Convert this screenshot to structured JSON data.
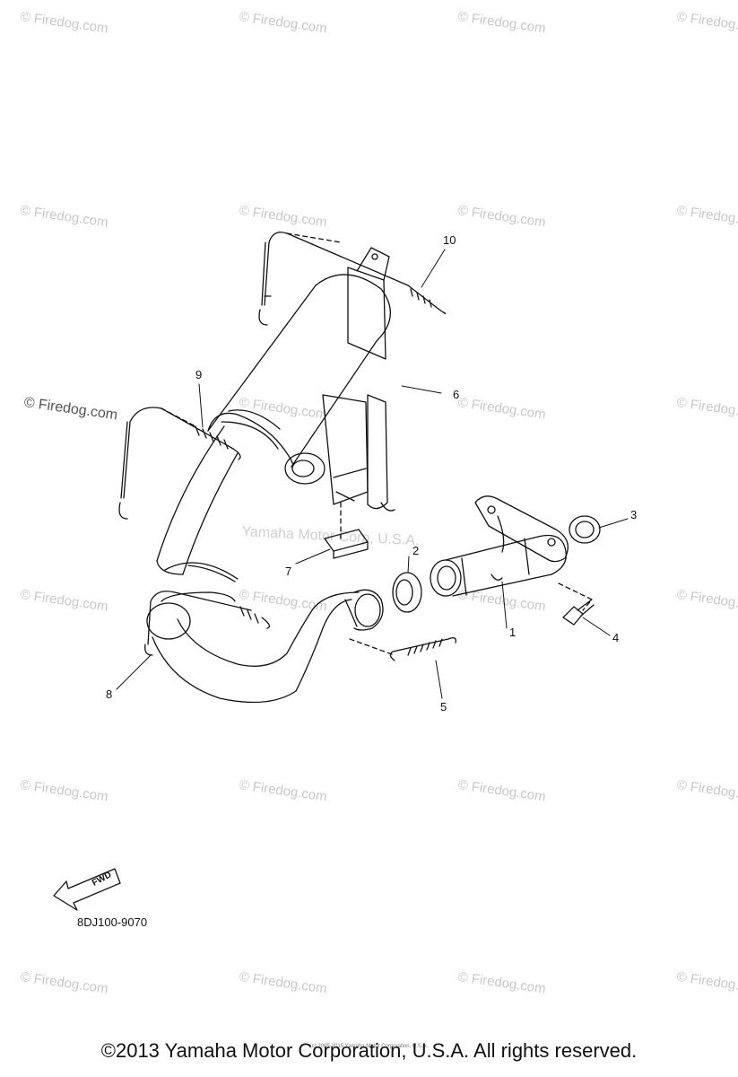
{
  "watermark_text": "© Firedog.com",
  "center_watermark": "Yamaha Motor Corp, U.S.A.",
  "callouts": [
    "1",
    "2",
    "3",
    "4",
    "5",
    "6",
    "7",
    "8",
    "9",
    "10"
  ],
  "fwd_label": "FWD",
  "part_code": "8DJ100-9070",
  "copyright": "©2013 Yamaha Motor Corporation, U.S.A. All rights reserved.",
  "tiny_copyright": "(c) 2005-2015 Yamaha Motor Corporation, U.S.A."
}
